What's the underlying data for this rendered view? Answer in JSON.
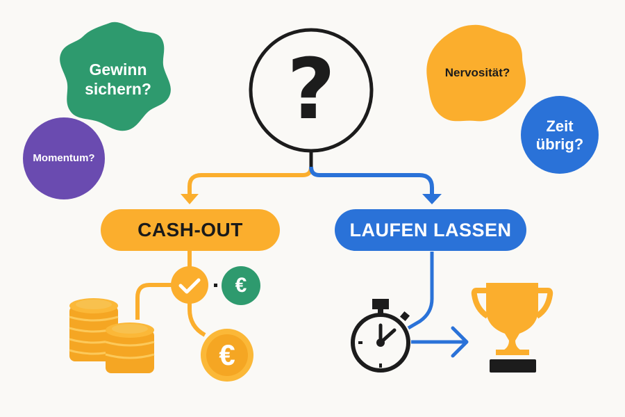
{
  "center": {
    "symbol": "?"
  },
  "bubbles": [
    {
      "id": "gewinn",
      "text_line1": "Gewinn",
      "text_line2": "sichern?",
      "color": "#2e9a6e"
    },
    {
      "id": "momentum",
      "text": "Momentum?",
      "color": "#6a4bb0"
    },
    {
      "id": "nervositaet",
      "text": "Nervosität?",
      "color": "#fbae2d"
    },
    {
      "id": "zeit",
      "text_line1": "Zeit",
      "text_line2": "übrig?",
      "color": "#2a72d8"
    }
  ],
  "options": {
    "cashout": {
      "label": "CASH-OUT",
      "color": "#fbae2d",
      "text_color": "#1a1a1a"
    },
    "laufen": {
      "label": "LAUFEN LASSEN",
      "color": "#2a72d8",
      "text_color": "#ffffff"
    }
  },
  "icons": {
    "euro_symbol": "€",
    "check": "check-icon",
    "coins": "coin-stack-icon",
    "stopwatch": "stopwatch-icon",
    "trophy": "trophy-icon"
  },
  "colors": {
    "background": "#faf9f6",
    "orange": "#fbae2d",
    "blue": "#2a72d8",
    "green": "#2e9a6e",
    "purple": "#6a4bb0",
    "dark": "#1c1c1c"
  }
}
